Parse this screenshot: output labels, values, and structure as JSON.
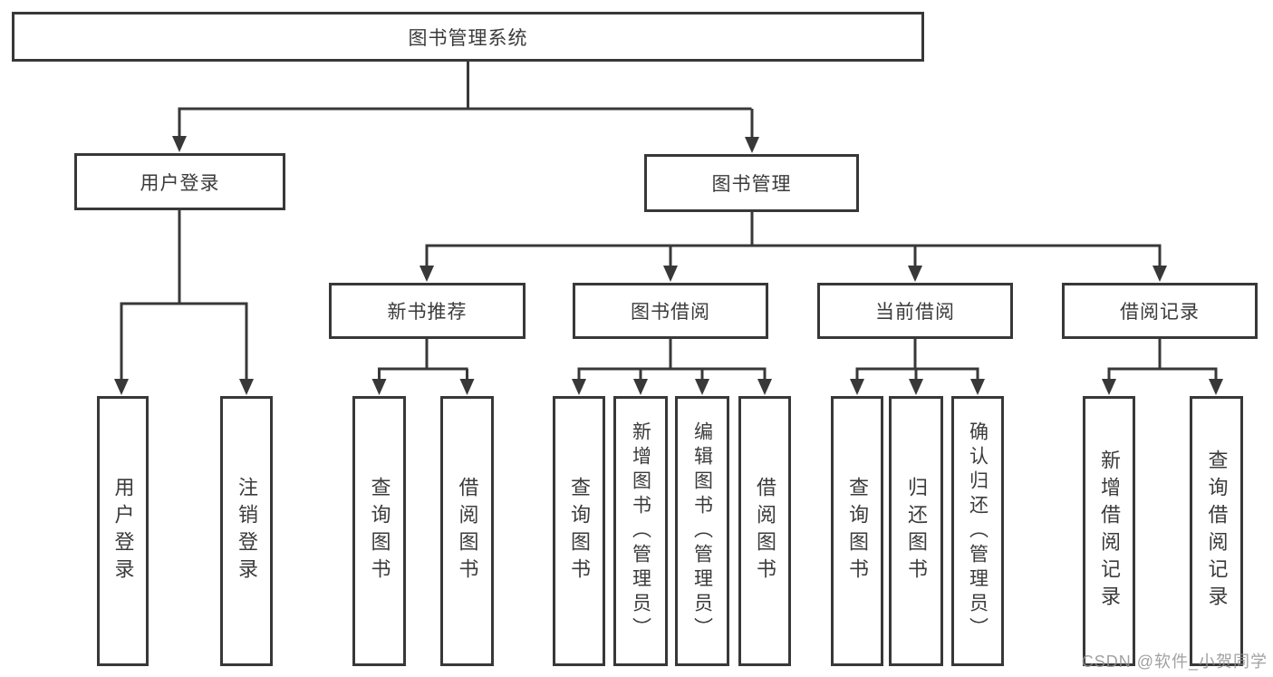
{
  "diagram": {
    "title": "图书管理系统",
    "root": {
      "label": "图书管理系统"
    },
    "level2": [
      {
        "label": "用户登录"
      },
      {
        "label": "图书管理"
      }
    ],
    "level3": [
      {
        "label": "新书推荐"
      },
      {
        "label": "图书借阅"
      },
      {
        "label": "当前借阅"
      },
      {
        "label": "借阅记录"
      }
    ],
    "leaves": [
      {
        "label": "用户登录"
      },
      {
        "label": "注销登录"
      },
      {
        "label": "查询图书"
      },
      {
        "label": "借阅图书"
      },
      {
        "label": "查询图书"
      },
      {
        "label": "新增图书（管理员）"
      },
      {
        "label": "编辑图书（管理员）"
      },
      {
        "label": "借阅图书"
      },
      {
        "label": "查询图书"
      },
      {
        "label": "归还图书"
      },
      {
        "label": "确认归还（管理员）"
      },
      {
        "label": "新增借阅记录"
      },
      {
        "label": "查询借阅记录"
      }
    ]
  },
  "watermark": {
    "text": "CSDN @软件_小贺同学"
  },
  "colors": {
    "line": "#383838",
    "box_border": "#383838",
    "text": "#3b3b3b",
    "watermark": "#919191",
    "background": "#ffffff"
  }
}
